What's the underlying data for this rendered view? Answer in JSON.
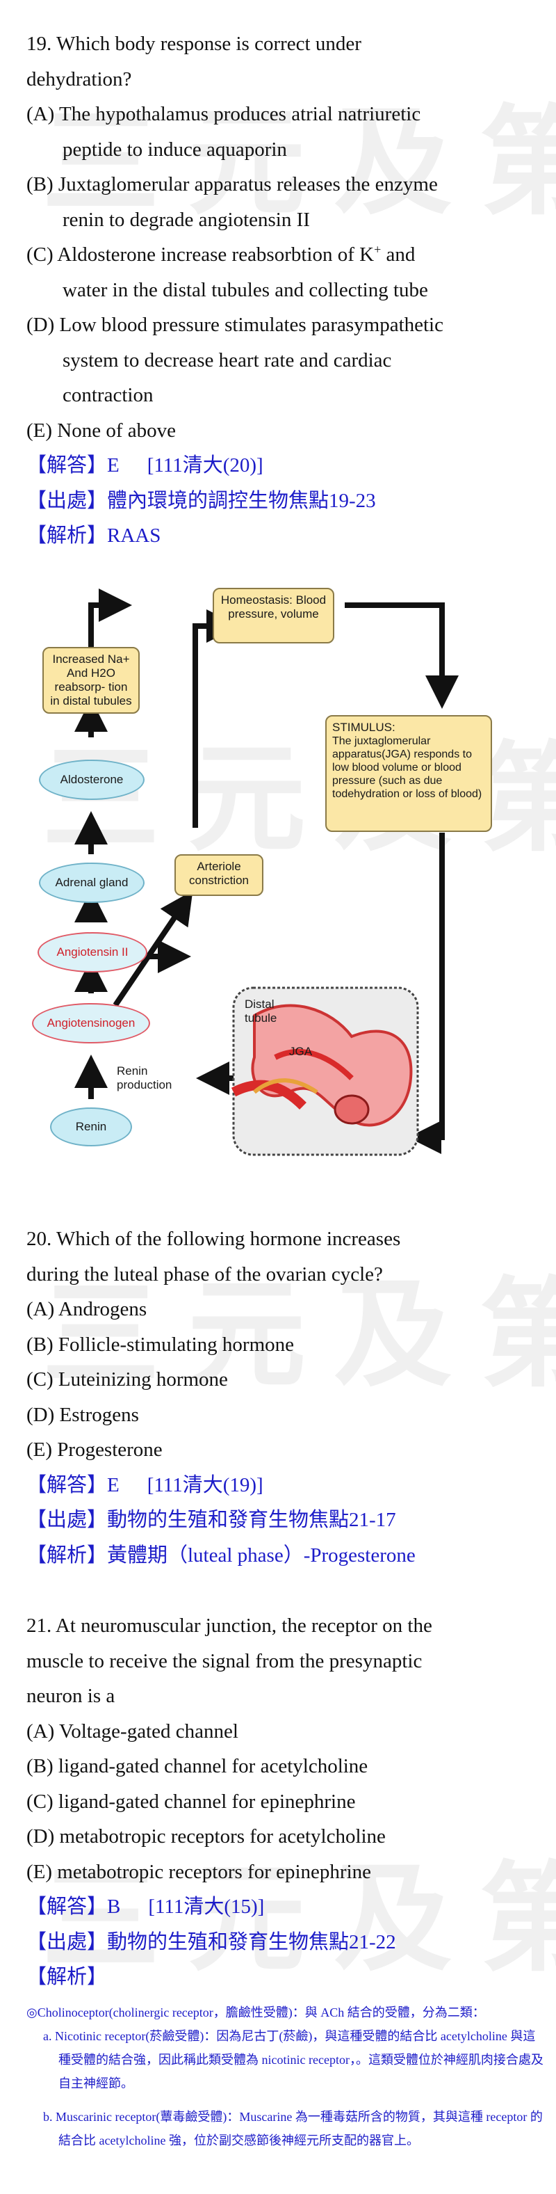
{
  "watermark": "三元及第",
  "q19": {
    "lines": [
      "19. Which body response is correct under",
      "dehydration?",
      "(A) The hypothalamus produces atrial natriuretic",
      "peptide to induce aquaporin",
      "(B) Juxtaglomerular apparatus releases the enzyme",
      "renin to degrade angiotensin II",
      "(C) Aldosterone increase reabsorbtion of K",
      "water in the distal tubules and collecting tube",
      "(D) Low blood pressure stimulates parasympathetic",
      "system to decrease heart rate and cardiac",
      "contraction",
      "(E) None of above"
    ],
    "c_sup": "+",
    "c_tail": " and",
    "answer_label": "【解答】E",
    "answer_source": "[111清大(20)]",
    "origin": "【出處】體內環境的調控生物焦點19-23",
    "analysis": "【解析】RAAS"
  },
  "diagram": {
    "homeostasis": "Homeostasis: Blood pressure, volume",
    "increased": "Increased Na+ And H2O reabsorp- tion in distal tubules",
    "stimulus_title": "STIMULUS:",
    "stimulus_body": "The juxtaglomerular apparatus(JGA) responds to low blood volume or blood pressure (such as due todehydration or loss of blood)",
    "aldosterone": "Aldosterone",
    "adrenal": "Adrenal gland",
    "arteriole": "Arteriole constriction",
    "angiotensin2": "Angiotensin II",
    "angiotensinogen": "Angiotensinogen",
    "renin": "Renin",
    "renin_production": "Renin production",
    "distal_tubule": "Distal tubule",
    "jga": "JGA"
  },
  "q20": {
    "lines": [
      "20. Which of the following hormone increases",
      "during the luteal phase of the ovarian cycle?",
      "(A) Androgens",
      "(B) Follicle-stimulating hormone",
      "(C) Luteinizing hormone",
      "(D) Estrogens",
      "(E) Progesterone"
    ],
    "answer_label": "【解答】E",
    "answer_source": "[111清大(19)]",
    "origin": "【出處】動物的生殖和發育生物焦點21-17",
    "analysis": "【解析】黃體期（luteal phase）-Progesterone"
  },
  "q21": {
    "lines": [
      "21. At neuromuscular junction, the receptor on the",
      "muscle to receive the signal from the presynaptic",
      "neuron is a",
      "(A) Voltage-gated channel",
      "(B) ligand-gated channel for acetylcholine",
      "(C) ligand-gated channel for epinephrine",
      "(D) metabotropic receptors for acetylcholine",
      "(E) metabotropic receptors for epinephrine"
    ],
    "answer_label": "【解答】B",
    "answer_source": "[111清大(15)]",
    "origin": "【出處】動物的生殖和發育生物焦點21-22",
    "analysis": "【解析】",
    "notes": [
      "◎Cholinoceptor(cholinergic receptor，膽鹼性受體)：與 ACh 結合的受體，分為二類：",
      "a. Nicotinic receptor(菸鹼受體)：因為尼古丁(菸鹼)，與這種受體的結合比 acetylcholine 與這",
      "種受體的結合強，因此稱此類受體為 nicotinic receptor，。這類受體位於神經肌肉接合處及",
      "自主神經節。",
      "b. Muscarinic receptor(蕈毒鹼受體)：Muscarine 為一種毒菇所含的物質，其與這種 receptor 的",
      "結合比 acetylcholine 強，位於副交感節後神經元所支配的器官上。"
    ]
  }
}
